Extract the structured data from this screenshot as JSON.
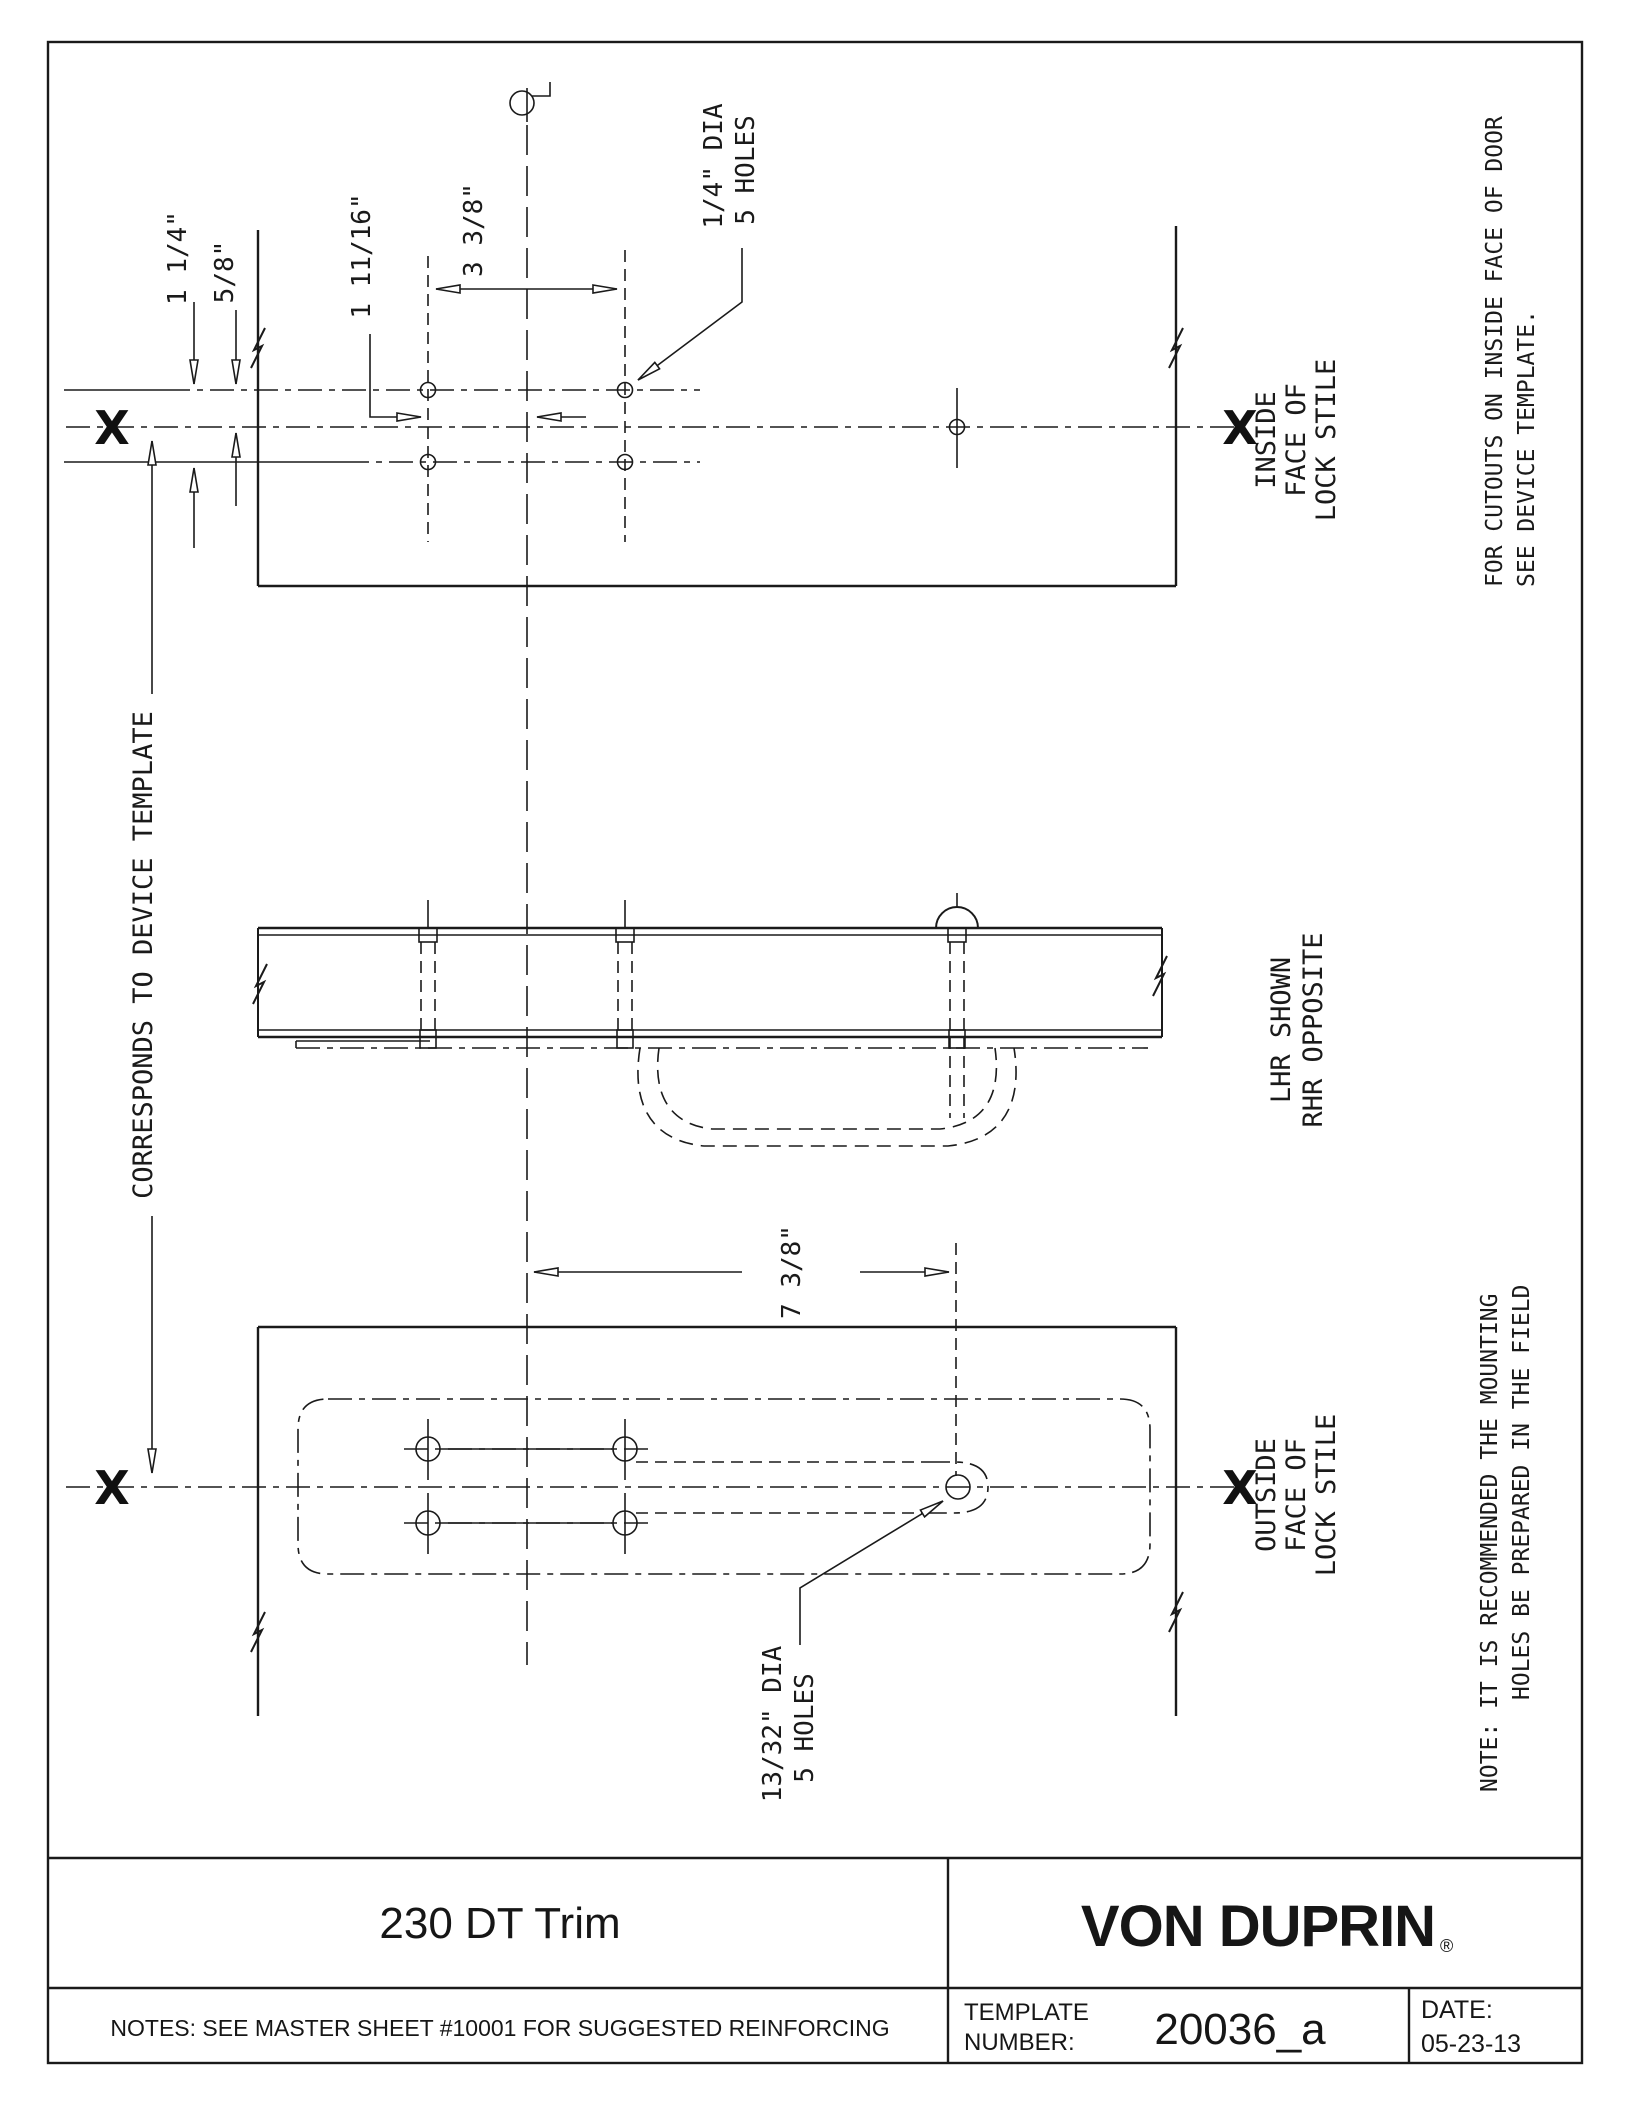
{
  "title_block": {
    "drawing_title": "230 DT Trim",
    "brand": "VON DUPRIN",
    "registered": "®",
    "template_label_line1": "TEMPLATE",
    "template_label_line2": "NUMBER:",
    "template_number": "20036_a",
    "date_label": "DATE:",
    "date_value": "05-23-13",
    "notes": "NOTES: SEE MASTER SHEET #10001 FOR SUGGESTED REINFORCING"
  },
  "labels": {
    "corresponds": "CORRESPONDS TO DEVICE TEMPLATE",
    "inside_face": [
      "INSIDE",
      "FACE OF",
      "LOCK STILE"
    ],
    "outside_face": [
      "OUTSIDE",
      "FACE OF",
      "LOCK STILE"
    ],
    "cutouts_note": [
      "FOR CUTOUTS ON INSIDE FACE OF DOOR",
      "SEE DEVICE TEMPLATE."
    ],
    "field_note": [
      "NOTE: IT IS RECOMMENDED THE MOUNTING",
      "HOLES BE PREPARED IN THE FIELD"
    ],
    "handing": [
      "LHR SHOWN",
      "RHR OPPOSITE"
    ],
    "x_marker": "X"
  },
  "dimensions": {
    "hole_row_spacing": "1 1/4\"",
    "hole_row_offset": "5/8\"",
    "col_to_centerline": "1 11/16\"",
    "col_spacing": "3 3/8\"",
    "centerline_to_end_hole": "7 3/8\"",
    "inside_holes": [
      "1/4\" DIA",
      "5 HOLES"
    ],
    "outside_holes": [
      "13/32\" DIA",
      "5 HOLES"
    ]
  }
}
